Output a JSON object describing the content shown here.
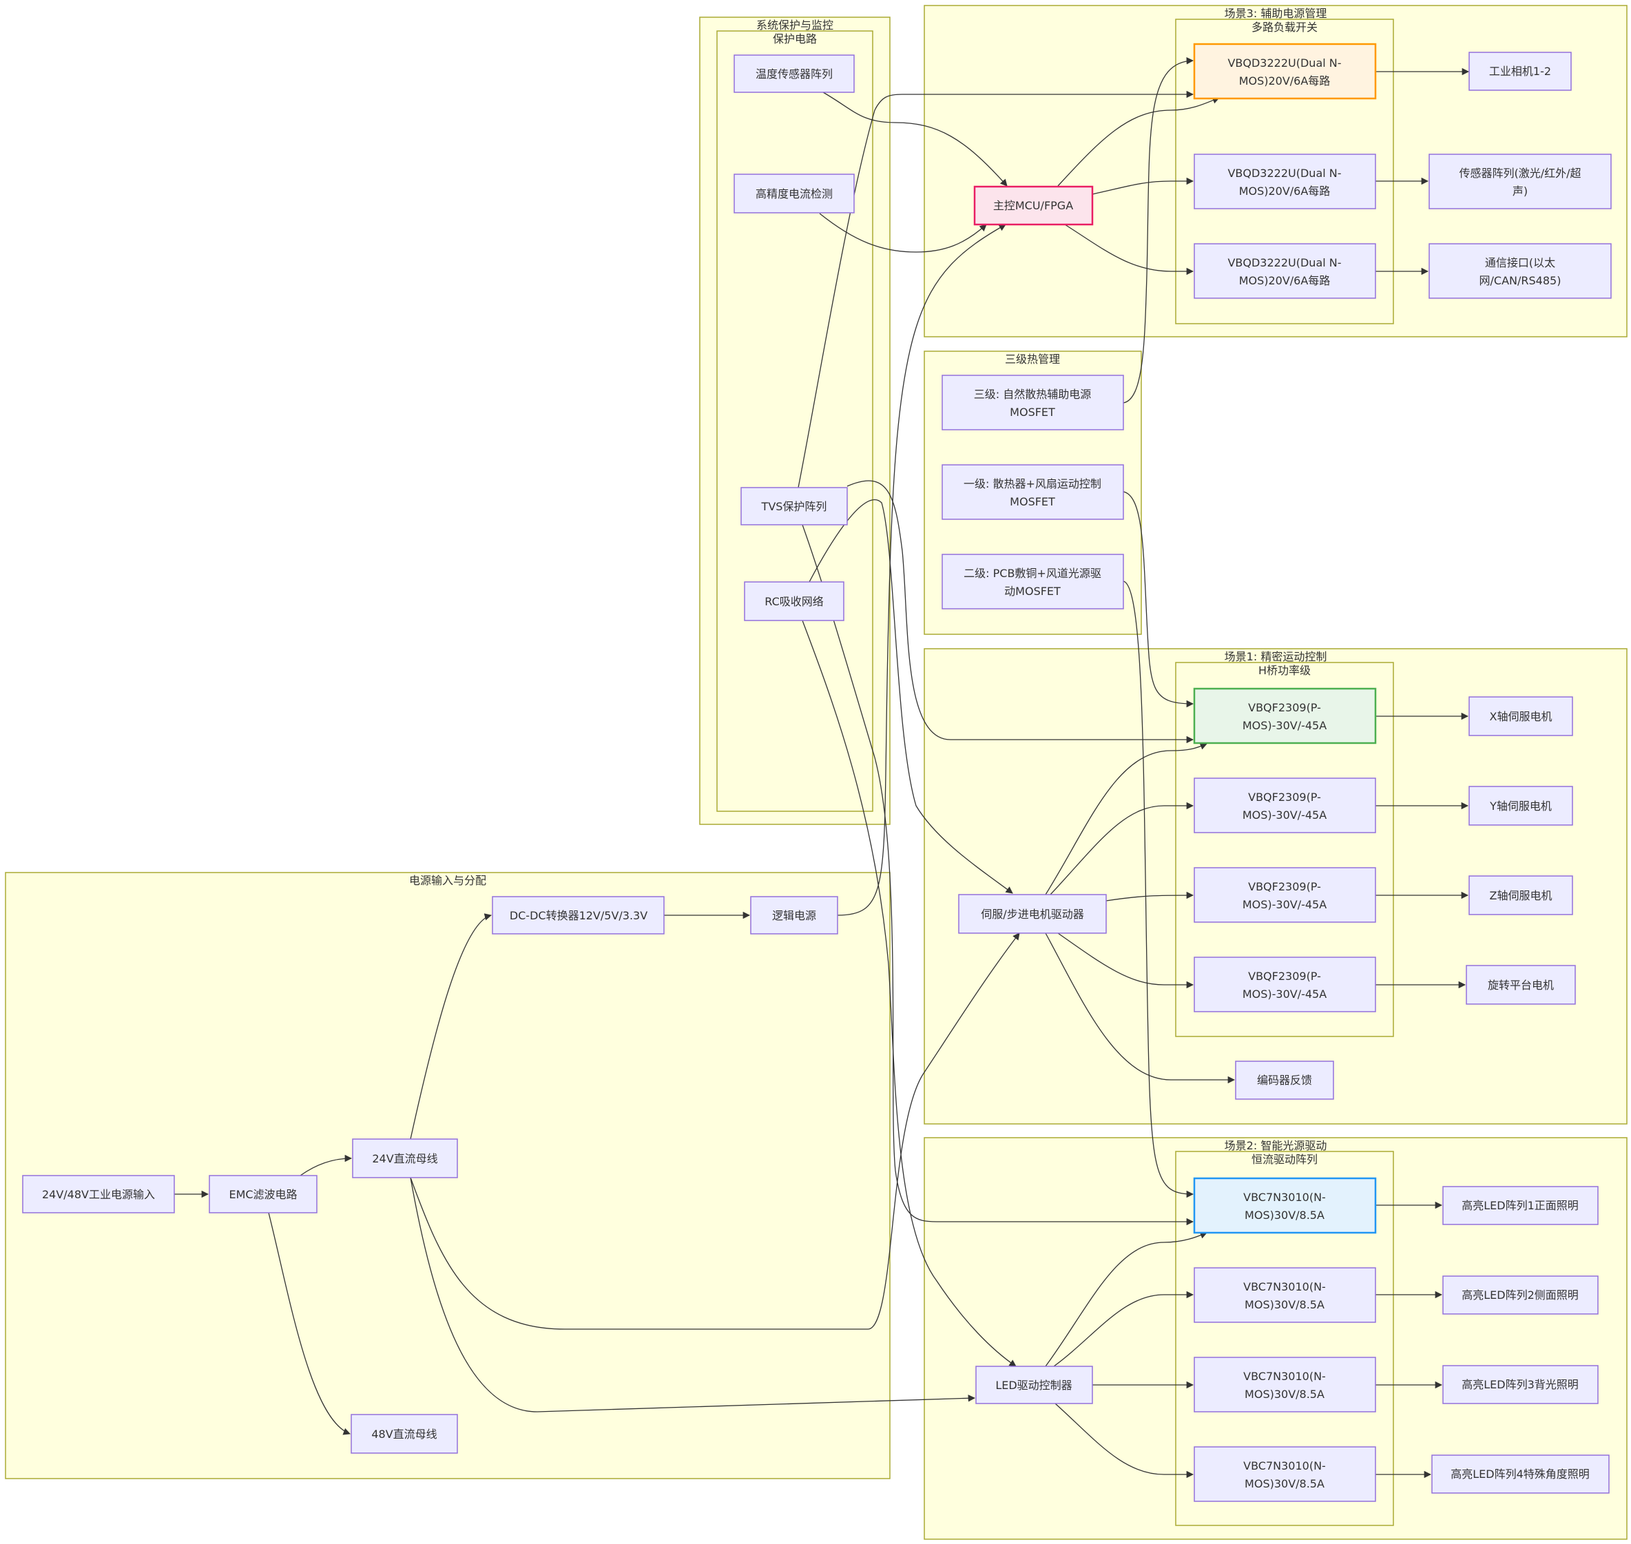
{
  "clusters": {
    "power": "电源输入与分配",
    "sysprotect": "系统保护与监控",
    "protect": "保护电路",
    "thermal": "三级热管理",
    "scene3": "场景3: 辅助电源管理",
    "multiload": "多路负载开关",
    "scene1": "场景1: 精密运动控制",
    "hbridge": "H桥功率级",
    "scene2": "场景2: 智能光源驱动",
    "cc": "恒流驱动阵列"
  },
  "nodes": {
    "input": "24V/48V工业电源输入",
    "emc": "EMC滤波电路",
    "bus24": "24V直流母线",
    "bus48": "48V直流母线",
    "dcdc": "DC-DC转换器12V/5V/3.3V",
    "logic": "逻辑电源",
    "temp": "温度传感器阵列",
    "current": "高精度电流检测",
    "tvs": "TVS保护阵列",
    "rc": "RC吸收网络",
    "mcu": "主控MCU/FPGA",
    "th3": [
      "三级: 自然散热辅助电源",
      "MOSFET"
    ],
    "th1": [
      "一级: 散热器+风扇运动控制",
      "MOSFET"
    ],
    "th2": [
      "二级: PCB敷铜+风道光源驱",
      "动MOSFET"
    ],
    "q3a": [
      "VBQD3222U(Dual N-",
      "MOS)20V/6A每路"
    ],
    "q3b": [
      "VBQD3222U(Dual N-",
      "MOS)20V/6A每路"
    ],
    "q3c": [
      "VBQD3222U(Dual N-",
      "MOS)20V/6A每路"
    ],
    "cam": "工业相机1-2",
    "sens": [
      "传感器阵列(激光/红外/超",
      "声)"
    ],
    "comm": [
      "通信接口(以太",
      "网/CAN/RS485)"
    ],
    "servo": "伺服/步进电机驱动器",
    "h1": [
      "VBQF2309(P-",
      "MOS)-30V/-45A"
    ],
    "h2": [
      "VBQF2309(P-",
      "MOS)-30V/-45A"
    ],
    "h3": [
      "VBQF2309(P-",
      "MOS)-30V/-45A"
    ],
    "h4": [
      "VBQF2309(P-",
      "MOS)-30V/-45A"
    ],
    "mx": "X轴伺服电机",
    "my": "Y轴伺服电机",
    "mz": "Z轴伺服电机",
    "mr": "旋转平台电机",
    "enc": "编码器反馈",
    "led": "LED驱动控制器",
    "l1": [
      "VBC7N3010(N-",
      "MOS)30V/8.5A"
    ],
    "l2": [
      "VBC7N3010(N-",
      "MOS)30V/8.5A"
    ],
    "l3": [
      "VBC7N3010(N-",
      "MOS)30V/8.5A"
    ],
    "l4": [
      "VBC7N3010(N-",
      "MOS)30V/8.5A"
    ],
    "la1": "高亮LED阵列1正面照明",
    "la2": "高亮LED阵列2侧面照明",
    "la3": "高亮LED阵列3背光照明",
    "la4": "高亮LED阵列4特殊角度照明"
  },
  "styles": {
    "mcu": {
      "fill": "#fce4ec",
      "stroke": "#e91e63"
    },
    "q3a": {
      "fill": "#fff3e0",
      "stroke": "#ff9800"
    },
    "h1": {
      "fill": "#e8f5e9",
      "stroke": "#4caf50"
    },
    "l1": {
      "fill": "#e3f2fd",
      "stroke": "#2196f3"
    }
  }
}
